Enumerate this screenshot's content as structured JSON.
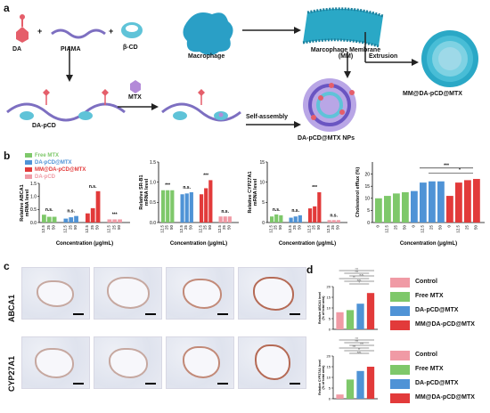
{
  "panel_labels": {
    "a": "a",
    "b": "b",
    "c": "c",
    "d": "d"
  },
  "schematic": {
    "da": "DA",
    "piama": "PIAMA",
    "bcd": "β-CD",
    "macrophage": "Macrophage",
    "membrane": "Marcophage Membrane\n(MM)",
    "membrane_line1": "Marcophage Membrane",
    "membrane_line2": "(MM)",
    "dapcd": "DA-pCD",
    "mtx": "MTX",
    "self_assembly": "Self-assembly",
    "np": "DA-pCD@MTX NPs",
    "extrusion": "Extrusion",
    "final": "MM@DA-pCD@MTX",
    "plus1": "+",
    "plus2": "+"
  },
  "legend_b": {
    "items": [
      "Free MTX",
      "DA-pCD@MTX",
      "MM@DA-pCD@MTX",
      "DA-pCD"
    ],
    "colors": [
      "#7ec86a",
      "#4f93d6",
      "#e23a3a",
      "#f09aa5"
    ]
  },
  "colors": {
    "free": "#7ec86a",
    "dapcdmtx": "#4f93d6",
    "mm": "#e23a3a",
    "dapcd": "#f09aa5",
    "arrow": "#222222",
    "particle": "#2aa8c6"
  },
  "chart_data": [
    {
      "type": "bar",
      "ylabel": "Relative ABCA1\nmRNA level",
      "ylabel_lines": [
        "Relative ABCA1",
        "mRNA level"
      ],
      "xlabel": "Concentration (μg/mL)",
      "yticks": [
        "0.0",
        "0.5",
        "1.0",
        "1.5"
      ],
      "ylim": [
        0,
        1.5
      ],
      "categories": [
        "12.5",
        "25",
        "50"
      ],
      "series": [
        {
          "name": "Free MTX",
          "values": [
            0.3,
            0.22,
            0.22
          ]
        },
        {
          "name": "DA-pCD@MTX",
          "values": [
            0.15,
            0.2,
            0.25
          ]
        },
        {
          "name": "MM@DA-pCD@MTX",
          "values": [
            0.35,
            0.55,
            1.2
          ]
        },
        {
          "name": "DA-pCD",
          "values": [
            0.12,
            0.12,
            0.12
          ]
        }
      ],
      "annotations": [
        "n.s.",
        "n.s.",
        "n.s.",
        "***"
      ]
    },
    {
      "type": "bar",
      "ylabel": "Relative SR-B1\nmRNA level",
      "ylabel_lines": [
        "Relative SR-B1",
        "mRNA level"
      ],
      "xlabel": "Concentration (μg/mL)",
      "yticks": [
        "0.0",
        "0.5",
        "1.0",
        "1.5"
      ],
      "ylim": [
        0,
        1.5
      ],
      "categories": [
        "12.5",
        "25",
        "50"
      ],
      "series": [
        {
          "name": "Free MTX",
          "values": [
            0.8,
            0.8,
            0.8
          ]
        },
        {
          "name": "DA-pCD@MTX",
          "values": [
            0.7,
            0.72,
            0.75
          ]
        },
        {
          "name": "MM@DA-pCD@MTX",
          "values": [
            0.7,
            0.85,
            1.05
          ]
        },
        {
          "name": "DA-pCD",
          "values": [
            0.15,
            0.15,
            0.15
          ]
        }
      ],
      "annotations": [
        "***",
        "n.s.",
        "***",
        "n.s."
      ]
    },
    {
      "type": "bar",
      "ylabel": "Relative CYP27A1\nmRNA level",
      "ylabel_lines": [
        "Relative CYP27A1",
        "mRNA level"
      ],
      "xlabel": "Concentration (μg/mL)",
      "yticks": [
        "0",
        "5",
        "10",
        "15"
      ],
      "ylim": [
        0,
        15
      ],
      "categories": [
        "12.5",
        "25",
        "50"
      ],
      "series": [
        {
          "name": "Free MTX",
          "values": [
            1.5,
            2.0,
            1.8
          ]
        },
        {
          "name": "DA-pCD@MTX",
          "values": [
            1.2,
            1.5,
            1.8
          ]
        },
        {
          "name": "MM@DA-pCD@MTX",
          "values": [
            3.5,
            4.0,
            7.5
          ]
        },
        {
          "name": "DA-pCD",
          "values": [
            0.6,
            0.6,
            0.6
          ]
        }
      ],
      "annotations": [
        "n.s.",
        "n.s.",
        "***",
        "n.s."
      ]
    },
    {
      "type": "bar",
      "ylabel": "Cholesterol efflux (%)",
      "xlabel": "Concentration (μg/mL)",
      "yticks": [
        "0",
        "5",
        "10",
        "15",
        "20"
      ],
      "ylim": [
        0,
        25
      ],
      "categories": [
        "0",
        "12.5",
        "25",
        "50",
        "0",
        "12.5",
        "25",
        "50",
        "0",
        "12.5",
        "25",
        "50"
      ],
      "values": [
        10,
        11,
        12,
        12.5,
        13,
        16.5,
        17,
        17,
        11,
        16.5,
        17.5,
        18
      ],
      "annotations": [
        "***",
        "*"
      ]
    },
    {
      "type": "bar",
      "ylabel": "Relative ABCA1 level\n(% of total area)",
      "ylabel_lines": [
        "Relative ABCA1 level",
        "(% of total area)"
      ],
      "yticks": [
        "0",
        "5",
        "10",
        "15",
        "20"
      ],
      "ylim": [
        0,
        20
      ],
      "categories": [
        "Control",
        "Free MTX",
        "DA-pCD@MTX",
        "MM@DA-pCD@MTX"
      ],
      "values": [
        8,
        9,
        12,
        17
      ],
      "annotations": [
        "***",
        "***",
        "n.s.",
        "**",
        "n.s.",
        "*"
      ]
    },
    {
      "type": "bar",
      "ylabel": "Relative CYP27A1 level\n(% of total area)",
      "ylabel_lines": [
        "Relative CYP27A1 level",
        "(% of total area)"
      ],
      "yticks": [
        "0",
        "5",
        "10",
        "15",
        "20"
      ],
      "ylim": [
        0,
        20
      ],
      "categories": [
        "Control",
        "Free MTX",
        "DA-pCD@MTX",
        "MM@DA-pCD@MTX"
      ],
      "values": [
        2,
        9,
        13,
        15
      ],
      "annotations": [
        "***",
        "***",
        "***",
        "***",
        "**",
        "n.s."
      ]
    }
  ],
  "ihc": {
    "rows": [
      "ABCA1",
      "CYP27A1"
    ]
  },
  "legend_d": {
    "items": [
      "Control",
      "Free MTX",
      "DA-pCD@MTX",
      "MM@DA-pCD@MTX"
    ],
    "colors": [
      "#f09aa5",
      "#7ec86a",
      "#4f93d6",
      "#e23a3a"
    ]
  }
}
